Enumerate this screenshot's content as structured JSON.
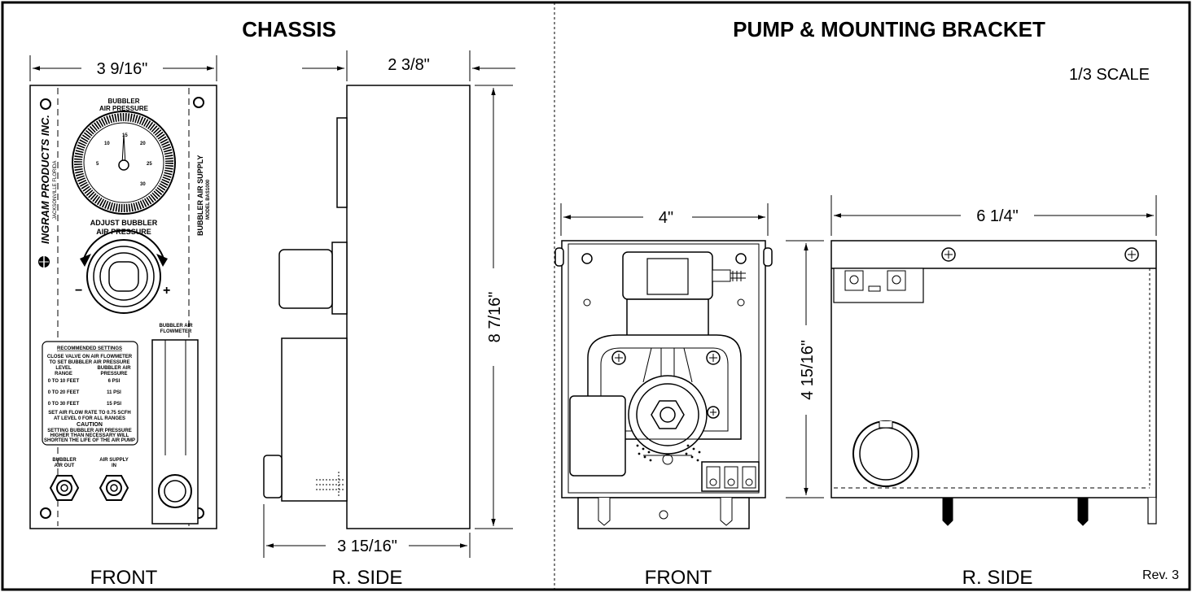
{
  "titles": {
    "chassis": "CHASSIS",
    "pump": "PUMP & MOUNTING BRACKET",
    "scale": "1/3 SCALE",
    "revision": "Rev. 3"
  },
  "views": {
    "chassis_front": "FRONT",
    "chassis_side": "R. SIDE",
    "pump_front": "FRONT",
    "pump_side": "R. SIDE"
  },
  "dimensions": {
    "chassis_width": "3 9/16\"",
    "chassis_side_width": "2 3/8\"",
    "chassis_height": "8 7/16\"",
    "chassis_depth": "3 15/16\"",
    "pump_width": "4\"",
    "pump_height": "4 15/16\"",
    "pump_depth": "6 1/4\""
  },
  "panel": {
    "gauge_label_1": "BUBBLER",
    "gauge_label_2": "AIR PRESSURE",
    "adjust_label_1": "ADJUST BUBBLER",
    "adjust_label_2": "AIR PRESSURE",
    "minus": "−",
    "plus": "+",
    "company": "INGRAM PRODUCTS INC.",
    "city": "JACKSONVILLE FLORIDA",
    "product": "BUBBLER AIR SUPPLY",
    "model": "MODEL BAS1000",
    "flowmeter_1": "BUBBLER AIR",
    "flowmeter_2": "FLOWMETER",
    "settings_title": "RECOMMENDED SETTINGS",
    "settings_intro_1": "CLOSE VALVE ON AIR FLOWMETER",
    "settings_intro_2": "TO SET BUBBLER AIR PRESSURE",
    "col_level_1": "LEVEL",
    "col_level_2": "RANGE",
    "col_pressure_1": "BUBBLER AIR",
    "col_pressure_2": "PRESSURE",
    "row1_range": "0 TO 10 FEET",
    "row1_psi": "6 PSI",
    "row2_range": "0 TO 20 FEET",
    "row2_psi": "11 PSI",
    "row3_range": "0 TO 30 FEET",
    "row3_psi": "15 PSI",
    "flow_note_1": "SET AIR FLOW RATE TO 0.75 SCFH",
    "flow_note_2": "AT LEVEL 0 FOR ALL RANGES",
    "caution": "CAUTION",
    "caution_1": "SETTING BUBBLER AIR PRESSURE",
    "caution_2": "HIGHER THAN NECESSARY WILL",
    "caution_3": "SHORTEN THE LIFE OF THE AIR PUMP",
    "port_out_1": "BUBBLER",
    "port_out_2": "AIR OUT",
    "port_in_1": "AIR SUPPLY",
    "port_in_2": "IN",
    "gauge_ticks": [
      "5",
      "10",
      "15",
      "20",
      "25",
      "30"
    ]
  }
}
